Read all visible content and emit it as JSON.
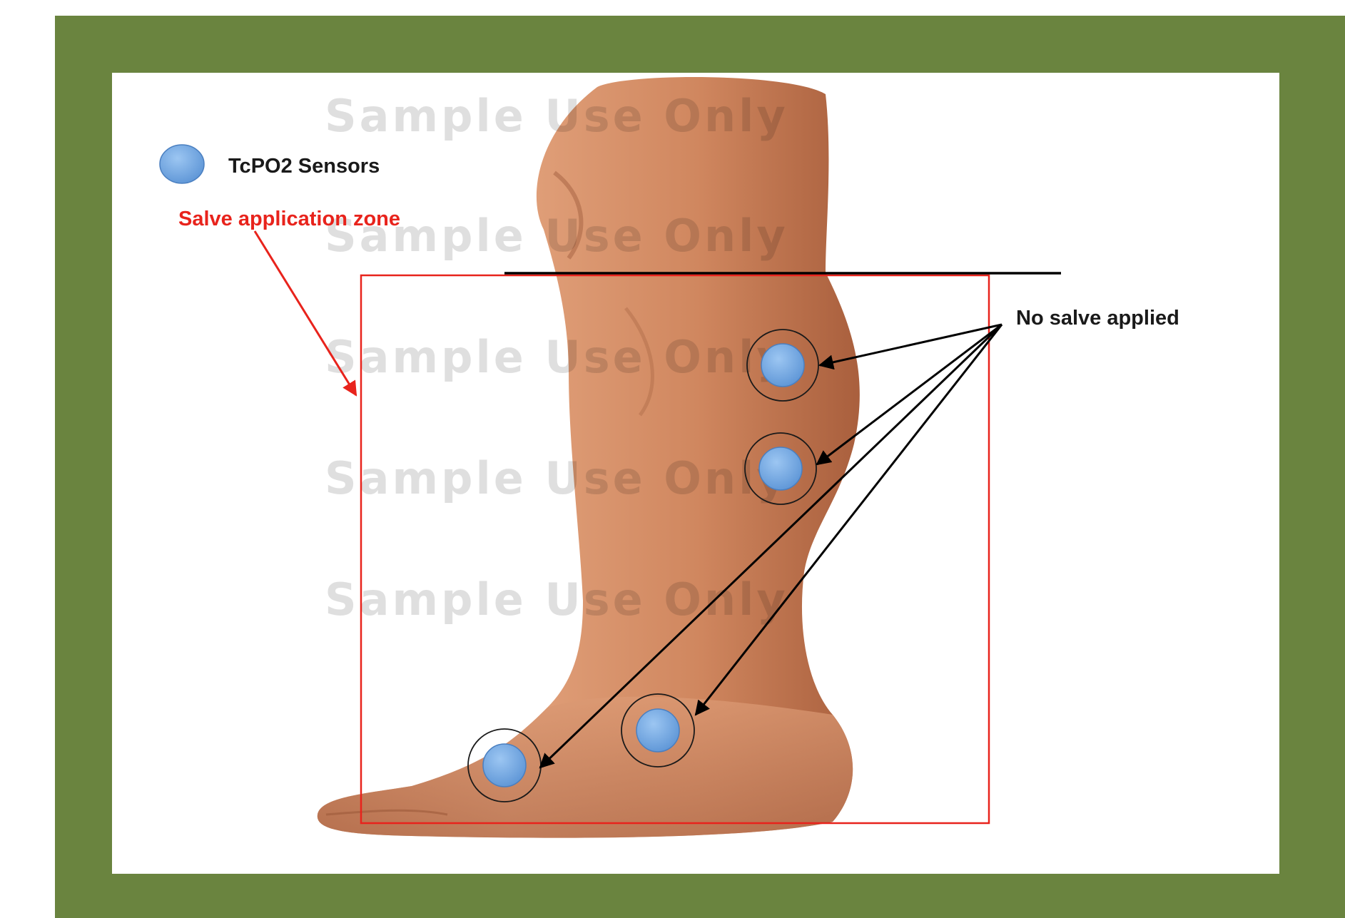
{
  "colors": {
    "frame": "#6a843f",
    "panel": "#ffffff",
    "sensor_fill": "#7aaee6",
    "sensor_stroke": "#4a7fc0",
    "zone_red": "#e8231c",
    "arrow_black": "#000000",
    "skin": "#d6906a"
  },
  "legend": {
    "icon": "blue-circle-sensor-icon",
    "label": "TcPO2 Sensors"
  },
  "zone": {
    "label": "Salve application zone"
  },
  "callout": {
    "label": "No salve applied"
  },
  "watermark": {
    "text": "Sample Use Only"
  },
  "sensors": [
    {
      "location": "upper calf"
    },
    {
      "location": "lower calf"
    },
    {
      "location": "dorsum of foot"
    },
    {
      "location": "forefoot"
    }
  ]
}
